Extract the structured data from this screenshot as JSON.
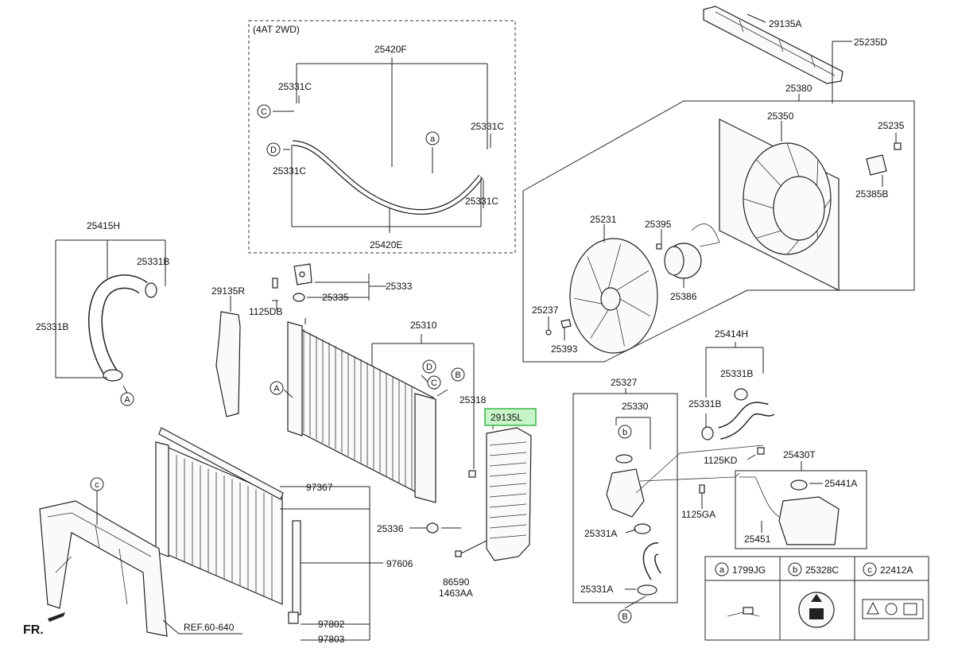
{
  "variant_box_title": "(4AT 2WD)",
  "highlighted_part": "29135L",
  "fr_label": "FR.",
  "ref_label": "REF.60-640",
  "parts": {
    "p25420F": "25420F",
    "p25420E": "25420E",
    "p25331C_1": "25331C",
    "p25331C_2": "25331C",
    "p25331C_3": "25331C",
    "p25331C_4": "25331C",
    "p25415H": "25415H",
    "p25331B_1": "25331B",
    "p25331B_2": "25331B",
    "p29135R": "29135R",
    "p25333": "25333",
    "p1125DB": "1125DB",
    "p25335": "25335",
    "p25310": "25310",
    "p25318": "25318",
    "p25336": "25336",
    "p86590": "86590",
    "p1463AA": "1463AA",
    "p97367": "97367",
    "p97606": "97606",
    "p97802": "97802",
    "p97803": "97803",
    "p29135A": "29135A",
    "p25235D": "25235D",
    "p25380": "25380",
    "p25350": "25350",
    "p25235": "25235",
    "p25385B": "25385B",
    "p25231": "25231",
    "p25395": "25395",
    "p25386": "25386",
    "p25237": "25237",
    "p25393": "25393",
    "p25414H": "25414H",
    "p25331B_3": "25331B",
    "p25331B_4": "25331B",
    "p25327": "25327",
    "p25330": "25330",
    "p1125KD": "1125KD",
    "p25430T": "25430T",
    "p25441A": "25441A",
    "p1125GA": "1125GA",
    "p25331A_1": "25331A",
    "p25331A_2": "25331A",
    "p25451": "25451"
  },
  "callouts": {
    "a": "a",
    "b": "b",
    "c": "c",
    "A": "A",
    "B": "B",
    "C": "C",
    "D": "D"
  },
  "legend": [
    {
      "letter": "a",
      "code": "1799JG"
    },
    {
      "letter": "b",
      "code": "25328C"
    },
    {
      "letter": "c",
      "code": "22412A"
    }
  ]
}
